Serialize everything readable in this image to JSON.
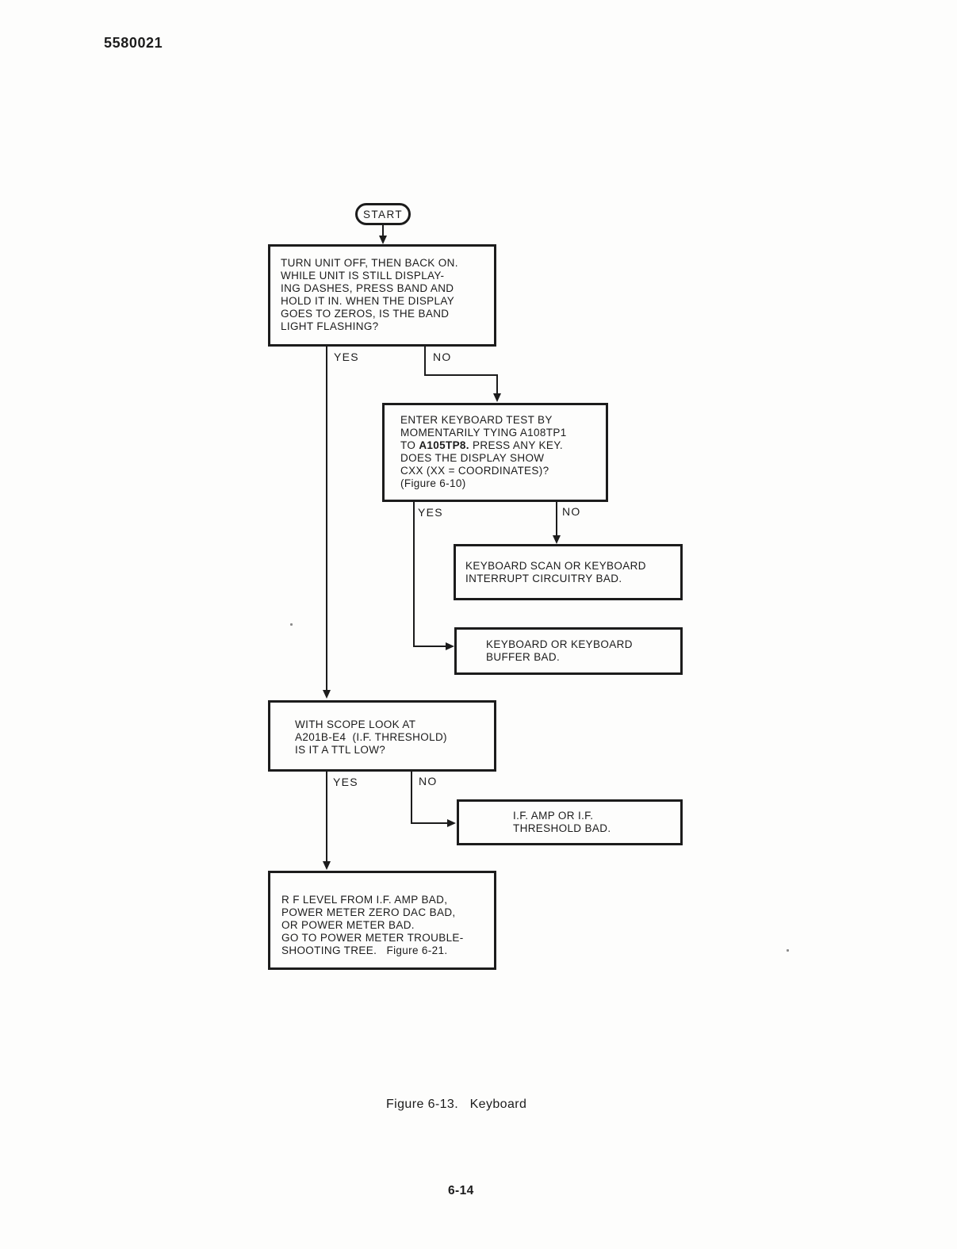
{
  "page": {
    "doc_number": "5580021",
    "caption": "Figure 6-13.   Keyboard",
    "page_number": "6-14"
  },
  "colors": {
    "ink": "#1c1c1c",
    "paper": "#fdfdfc"
  },
  "flowchart": {
    "start_label": "START",
    "labels": {
      "yes1": "YES",
      "no1": "NO",
      "yes2": "YES",
      "no2": "NO",
      "yes3": "YES",
      "no3": "NO"
    },
    "boxes": {
      "turn_unit_off": {
        "lines": [
          "TURN UNIT OFF, THEN BACK ON.",
          "WHILE UNIT IS STILL DISPLAY-",
          "ING DASHES, PRESS BAND AND",
          "HOLD IT IN. WHEN THE DISPLAY",
          "GOES TO ZEROS, IS THE BAND",
          "LIGHT FLASHING?"
        ]
      },
      "keyboard_test": {
        "lines": [
          "ENTER KEYBOARD TEST BY",
          "MOMENTARILY TYING A108TP1",
          [
            {
              "t": "TO ",
              "b": false
            },
            {
              "t": "A105TP8.",
              "b": true
            },
            {
              "t": " PRESS ANY KEY.",
              "b": false
            }
          ],
          "DOES THE DISPLAY SHOW",
          "CXX (XX = COORDINATES)?",
          "(Figure 6-10)"
        ]
      },
      "keyboard_scan_bad": {
        "lines": [
          "KEYBOARD SCAN OR KEYBOARD",
          "INTERRUPT CIRCUITRY BAD."
        ]
      },
      "keyboard_buffer_bad": {
        "lines": [
          "KEYBOARD OR KEYBOARD",
          "BUFFER BAD."
        ]
      },
      "scope_check": {
        "lines": [
          "WITH SCOPE LOOK AT",
          "A201B-E4  (I.F. THRESHOLD)",
          "IS IT A TTL LOW?"
        ]
      },
      "if_amp_bad": {
        "lines": [
          "I.F. AMP OR I.F.",
          "THRESHOLD BAD."
        ]
      },
      "rf_level_bad": {
        "lines": [
          "R F LEVEL FROM I.F. AMP BAD,",
          "POWER METER ZERO DAC BAD,",
          "OR POWER METER BAD.",
          "GO TO POWER METER TROUBLE-",
          "SHOOTING TREE.   Figure 6-21."
        ]
      }
    }
  }
}
